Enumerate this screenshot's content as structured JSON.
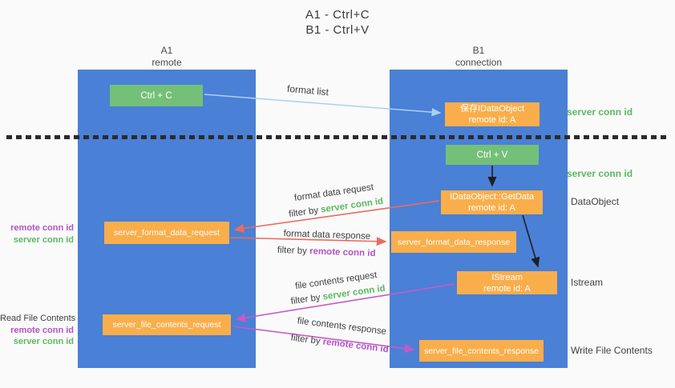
{
  "title": {
    "line1": "A1 - Ctrl+C",
    "line2": "B1 - Ctrl+V"
  },
  "columns": {
    "a1": {
      "name": "A1",
      "subtitle": "remote"
    },
    "b1": {
      "name": "B1",
      "subtitle": "connection"
    }
  },
  "nodes": {
    "ctrl_c": {
      "label": "Ctrl + C"
    },
    "save_idataobject": {
      "line1": "保存IDataObject",
      "line2": "remote id: A"
    },
    "ctrl_v": {
      "label": "Ctrl + V"
    },
    "getdata": {
      "line1": "IDataObject::GetData",
      "line2": "remote id: A"
    },
    "format_request": {
      "label": "server_format_data_request"
    },
    "format_response": {
      "label": "server_format_data_response"
    },
    "istream": {
      "line1": "IStream",
      "line2": "remote id: A"
    },
    "file_request": {
      "label": "server_file_contents_request"
    },
    "file_response": {
      "label": "server_file_contents_response"
    }
  },
  "arrow_labels": {
    "format_list": "format list",
    "format_data_request": {
      "line1": "format data request",
      "filter_prefix": "filter by ",
      "filter_key": "server conn id"
    },
    "format_data_response": {
      "line1": "format data response",
      "filter_prefix": "filter by ",
      "filter_key": "remote conn id"
    },
    "file_contents_request": {
      "line1": "file contents request",
      "filter_prefix": "filter by ",
      "filter_key": "server conn id"
    },
    "file_contents_response": {
      "line1": "file contents response",
      "filter_prefix": "filter by ",
      "filter_key": "remote conn id"
    }
  },
  "side_labels": {
    "server_conn_id_top": "server conn id",
    "server_conn_id_mid": "server conn id",
    "dataobject": "DataObject",
    "istream": "Istream",
    "write_file_contents": "Write File Contents",
    "read_file_contents": "Read File Contents",
    "format_left": {
      "remote": "remote conn id",
      "server": "server conn id"
    },
    "file_left": {
      "remote": "remote conn id",
      "server": "server conn id"
    }
  },
  "colors": {
    "column_blue": "#4a80d6",
    "box_green": "#74c078",
    "box_orange": "#f9ae4b",
    "text_green": "#5cb860",
    "text_purple": "#b153c5",
    "arrow_red": "#ec6b5e",
    "arrow_magenta": "#c45bc7",
    "arrow_lightblue": "#a9d2f0",
    "arrow_black": "#1f1f1f"
  }
}
